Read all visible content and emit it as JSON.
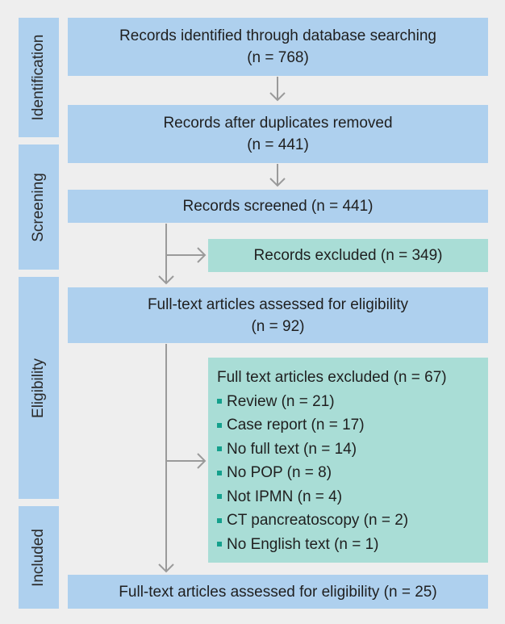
{
  "phases": {
    "identification": "Identification",
    "screening": "Screening",
    "eligibility": "Eligibility",
    "included": "Included"
  },
  "boxes": {
    "identified": {
      "line1": "Records identified through database searching",
      "line2": "(n = 768)"
    },
    "after_duplicates": {
      "line1": "Records after duplicates removed",
      "line2": "(n = 441)"
    },
    "screened": {
      "line1": "Records screened (n = 441)"
    },
    "excluded": {
      "line1": "Records excluded  (n = 349)"
    },
    "assessed": {
      "line1": "Full-text articles assessed for eligibility",
      "line2": "(n = 92)"
    },
    "fulltext_excluded": {
      "title": "Full text articles excluded (n = 67)",
      "items": [
        "Review (n = 21)",
        "Case report  (n = 17)",
        "No full text (n = 14)",
        "No POP (n = 8)",
        "Not IPMN (n = 4)",
        "CT pancreatoscopy (n = 2)",
        "No English text (n = 1)"
      ]
    },
    "included": {
      "line1": "Full-text articles assessed for eligibility (n = 25)"
    }
  },
  "colors": {
    "background": "#eeeeee",
    "main_box": "#aed0ee",
    "excluded_box": "#a9ddd6",
    "bullet": "#14a08c",
    "arrow": "#9a9a9a"
  }
}
